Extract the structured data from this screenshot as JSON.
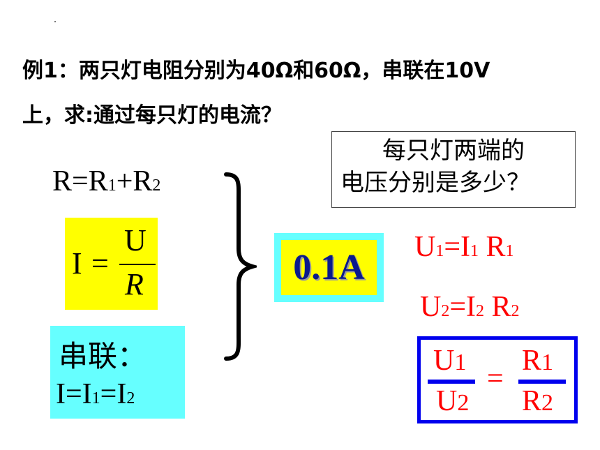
{
  "problem": {
    "line1": "例1：两只灯电阻分别为40Ω和60Ω，串联在10V",
    "line2": "上，求:通过每只灯的电流？"
  },
  "question_box": {
    "line1": "每只灯两端的",
    "line2": "电压分别是多少？"
  },
  "resistance_formula": {
    "lhs": "R=R",
    "sub1": "1",
    "plus": "+R",
    "sub2": "2"
  },
  "ohm_formula": {
    "lhs": "I",
    "equals": "=",
    "numerator": "U",
    "denominator": "R"
  },
  "series_box": {
    "title": "串联：",
    "eq_a": "I=I",
    "sub1": "1",
    "eq_b": "=I",
    "sub2": "2"
  },
  "answer": {
    "value": "0.1A"
  },
  "voltage_eq1": {
    "a": "U",
    "a_sub": "1",
    "b": "=I",
    "b_sub": "1",
    "c": " R",
    "c_sub": "1"
  },
  "voltage_eq2": {
    "a": "U",
    "a_sub": "2",
    "b": "=I",
    "b_sub": "2",
    "c": " R",
    "c_sub": "2"
  },
  "ratio_formula": {
    "left_num": "U",
    "left_num_sub": "1",
    "left_den": "U",
    "left_den_sub": "2",
    "equals": "=",
    "right_num": "R",
    "right_num_sub": "1",
    "right_den": "R",
    "right_den_sub": "2"
  },
  "colors": {
    "highlight_yellow": "#ffff00",
    "highlight_cyan": "#66ffff",
    "answer_text": "#0a1a8c",
    "formula_red": "#ff0000",
    "frame_blue": "#0000ee"
  }
}
